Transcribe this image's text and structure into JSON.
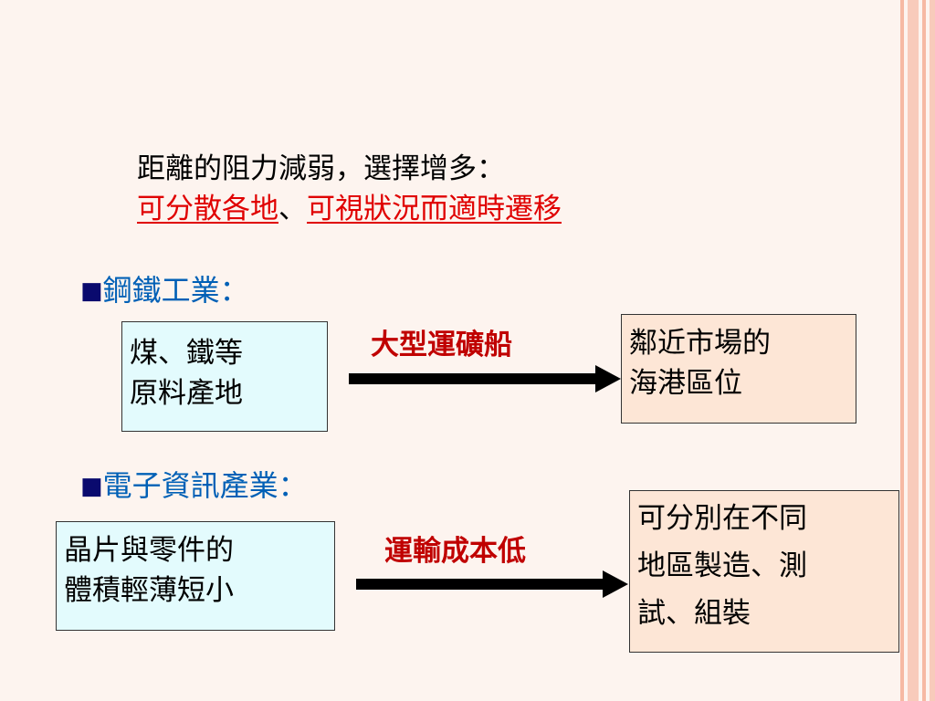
{
  "headline": {
    "line1": "距離的阻力減弱，選擇增多：",
    "highlight1": "可分散各地",
    "separator": "、",
    "highlight2": "可視狀況而適時遷移"
  },
  "sections": [
    {
      "bullet": "■",
      "title": "鋼鐵工業：",
      "source_box": [
        "煤、鐵等",
        "原料產地"
      ],
      "arrow_label": "大型運礦船",
      "target_box": [
        "鄰近市場的",
        "海港區位"
      ]
    },
    {
      "bullet": "■",
      "title": "電子資訊產業：",
      "source_box": [
        "晶片與零件的",
        "體積輕薄短小"
      ],
      "arrow_label": "運輸成本低",
      "target_box": [
        "可分別在不同",
        "地區製造、測",
        "試、組裝"
      ]
    }
  ],
  "colors": {
    "background": "#fdf4ef",
    "stripe": "#f6b9a3",
    "highlight_red": "#e00000",
    "section_blue": "#0060b6",
    "arrow_label_red": "#c00000",
    "cyan_box": "#e3fbfd",
    "peach_box": "#fde6d6"
  }
}
